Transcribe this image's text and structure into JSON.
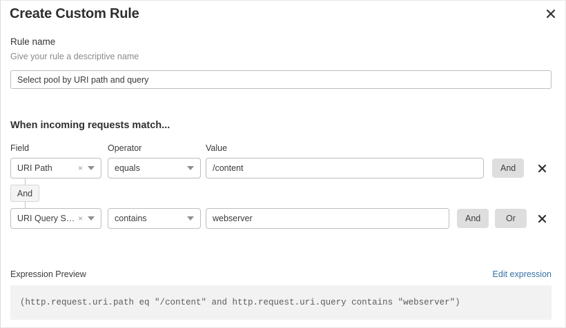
{
  "modal": {
    "title": "Create Custom Rule",
    "close_icon": "close-icon"
  },
  "rule_name": {
    "label": "Rule name",
    "help_text": "Give your rule a descriptive name",
    "value": "Select pool by URI path and query",
    "placeholder": ""
  },
  "conditions": {
    "heading": "When incoming requests match...",
    "columns": {
      "field": "Field",
      "operator": "Operator",
      "value": "Value"
    },
    "connector": {
      "label": "And"
    },
    "rows": [
      {
        "field": "URI Path",
        "operator": "equals",
        "value": "/content",
        "and_label": "And",
        "or_label": "",
        "has_or": false,
        "clear_icon": "clear-x-icon",
        "caret_icon": "chevron-down-icon",
        "remove_icon": "close-icon"
      },
      {
        "field": "URI Query St...",
        "operator": "contains",
        "value": "webserver",
        "and_label": "And",
        "or_label": "Or",
        "has_or": true,
        "clear_icon": "clear-x-icon",
        "caret_icon": "chevron-down-icon",
        "remove_icon": "close-icon"
      }
    ]
  },
  "expression": {
    "label": "Expression Preview",
    "edit_link": "Edit expression",
    "code": "(http.request.uri.path eq \"/content\" and http.request.uri.query contains \"webserver\")"
  },
  "colors": {
    "accent_link": "#3572a5",
    "button_bg": "#dedede",
    "code_bg": "#f2f2f2",
    "border": "#bdbdbd"
  }
}
